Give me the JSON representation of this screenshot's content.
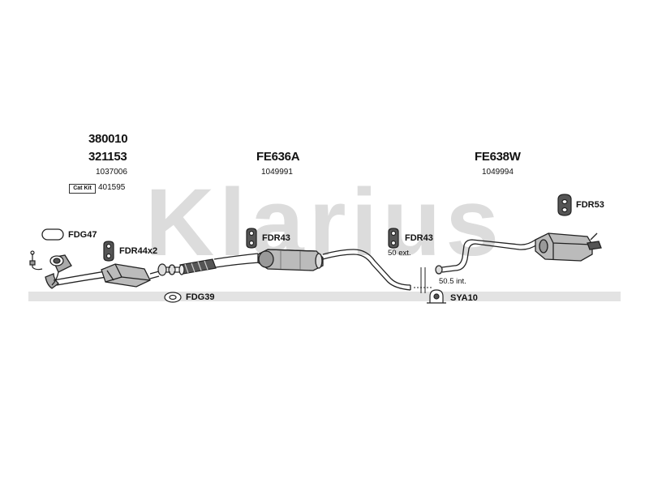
{
  "watermark": {
    "text": "Klarius",
    "color": "#dcdcdc"
  },
  "colors": {
    "line": "#222222",
    "part_fill": "#bbbbbb",
    "part_dark": "#444444"
  },
  "groups": {
    "front": {
      "codes": [
        "380010",
        "321153"
      ],
      "ref": "1037006",
      "cat_kit_label": "Cat Kit",
      "cat_kit_ref": "401595"
    },
    "middle": {
      "code": "FE636A",
      "ref": "1049991"
    },
    "rear": {
      "code": "FE638W",
      "ref": "1049994"
    }
  },
  "fittings": {
    "fdg47": "FDG47",
    "fdr44x2": "FDR44x2",
    "fdg39": "FDG39",
    "fdr43_mid": "FDR43",
    "fdr43_rear": "FDR43",
    "sya10": "SYA10",
    "fdr53": "FDR53"
  },
  "notes": {
    "ext": "50 ext.",
    "int": "50.5 int."
  }
}
